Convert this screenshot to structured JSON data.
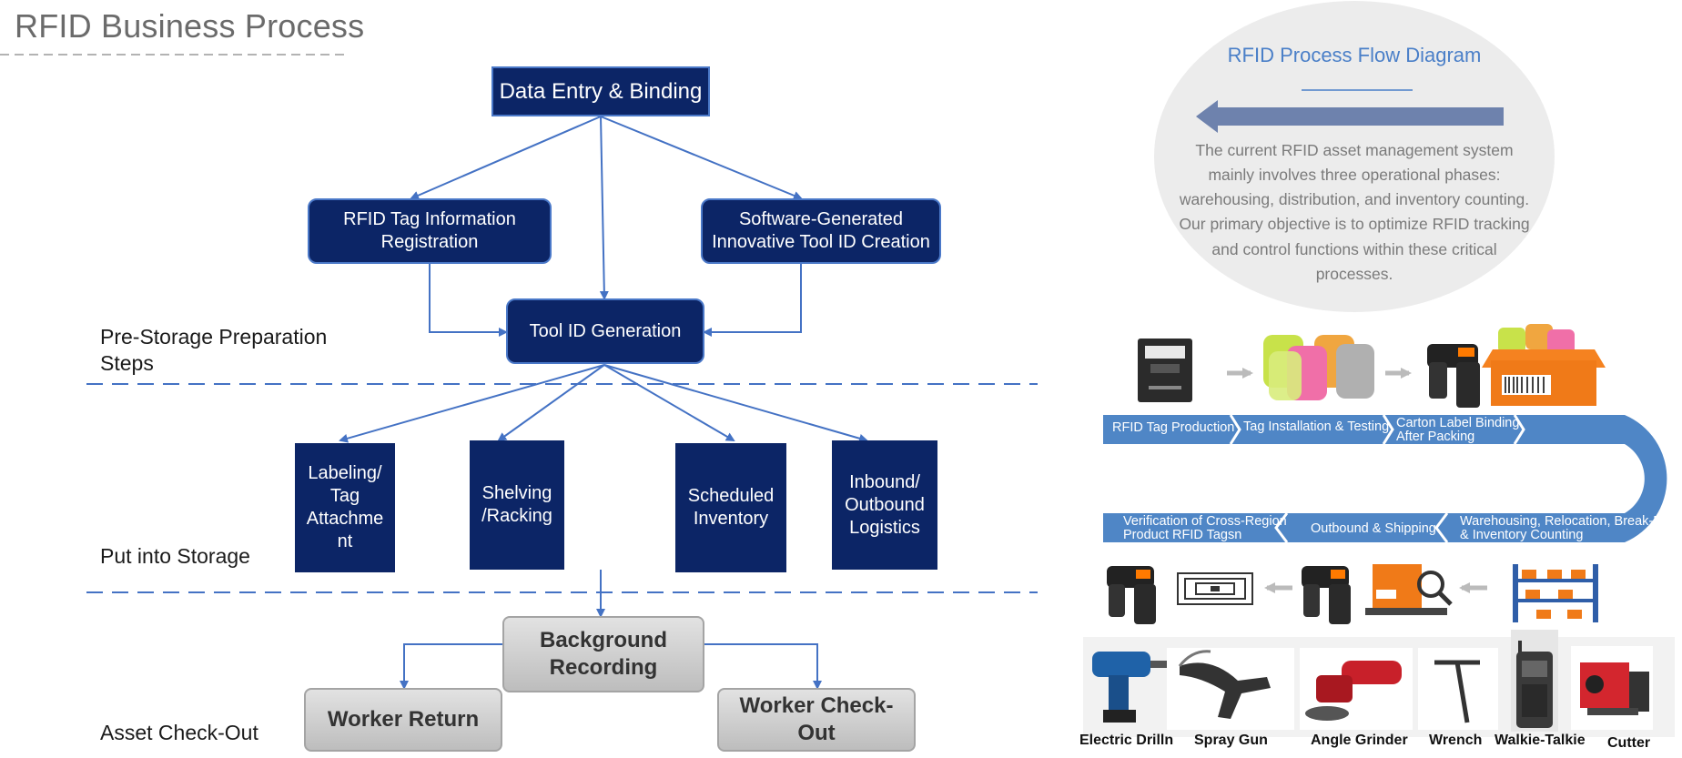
{
  "title": "RFID Business Process",
  "flow": {
    "data_entry": "Data Entry & Binding",
    "rfid_reg": "RFID Tag Information\nRegistration",
    "software_gen": "Software-Generated\nInnovative Tool ID Creation",
    "tool_id": "Tool ID Generation",
    "labeling": "Labeling/\nTag\nAttachme\nnt",
    "shelving": "Shelving\n/Racking",
    "scheduled": "Scheduled\nInventory",
    "inbound": "Inbound/\nOutbound\nLogistics",
    "background": "Background\nRecording",
    "worker_return": "Worker Return",
    "worker_checkout": "Worker Check-\nOut"
  },
  "stages": {
    "pre_storage": "Pre-Storage Preparation\nSteps",
    "put_storage": "Put into Storage",
    "checkout": "Asset Check-Out"
  },
  "panel": {
    "heading": "RFID Process Flow Diagram",
    "description": "The current RFID asset management system mainly involves three operational phases: warehousing, distribution, and inventory counting. Our primary objective is to optimize RFID tracking and control functions within these critical processes."
  },
  "belt": {
    "top": [
      "RFID Tag Production",
      "Tag Installation & Testing",
      "Carton Label Binding\nAfter Packing"
    ],
    "bottom": [
      "Verification of Cross-Region\nProduct RFID Tagsn",
      "Outbound & Shipping",
      "Warehousing, Relocation, Break-Bulk\n& Inventory Counting"
    ]
  },
  "tools": [
    "Electric Drilln",
    "Spray Gun",
    "Angle Grinder",
    "Wrench",
    "Walkie-Talkie",
    "Cutter"
  ],
  "colors": {
    "navy": "#0c2566",
    "blue_line": "#4472c4",
    "belt": "#4f86c6",
    "gray_box": "#c8c8c8"
  }
}
